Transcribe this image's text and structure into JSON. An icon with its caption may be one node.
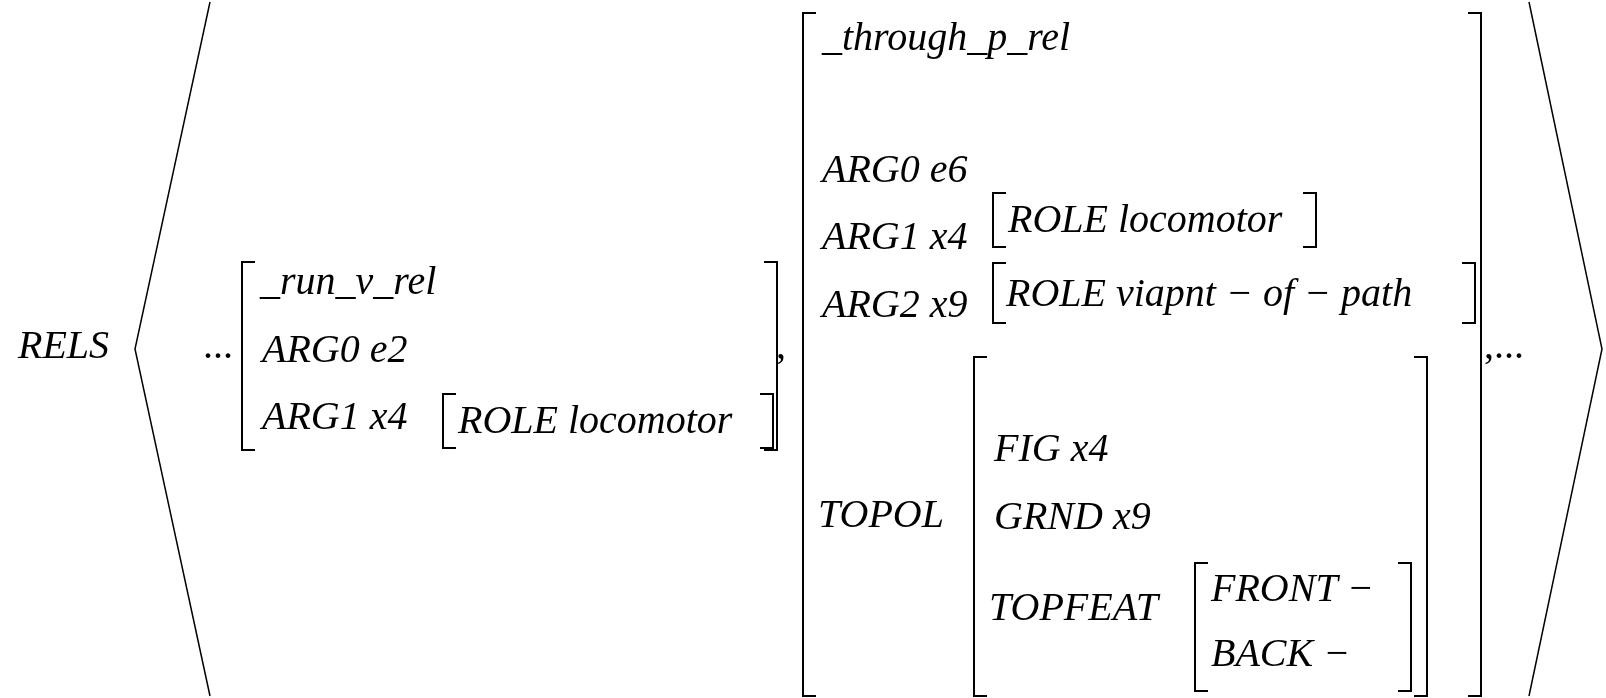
{
  "diagram": {
    "nodes": [
      {
        "text": [
          "RELS"
        ]
      },
      {
        "text": [
          "_run_v_rel",
          "ARG0 e2",
          "ARG1 x4"
        ],
        "in": 0
      },
      {
        "text": [
          "ROLE locomotor"
        ],
        "in": 1
      },
      {
        "text": [
          "_through_p_rel",
          "ARG0 e6",
          "ARG1 x4",
          "ARG2 x9",
          "TOPOL"
        ],
        "in": 0
      },
      {
        "text": [
          "ROLE locomotor"
        ],
        "in": 3
      },
      {
        "text": [
          "ROLE viapnt − of − path"
        ],
        "in": 3
      },
      {
        "text": [
          "FIG x4",
          "GRND x9",
          "TOPFEAT"
        ],
        "in": 3
      },
      {
        "text": [
          "FRONT −",
          "BACK −"
        ],
        "in": 6
      }
    ],
    "labels": [
      "...",
      ",",
      ",..."
    ]
  }
}
